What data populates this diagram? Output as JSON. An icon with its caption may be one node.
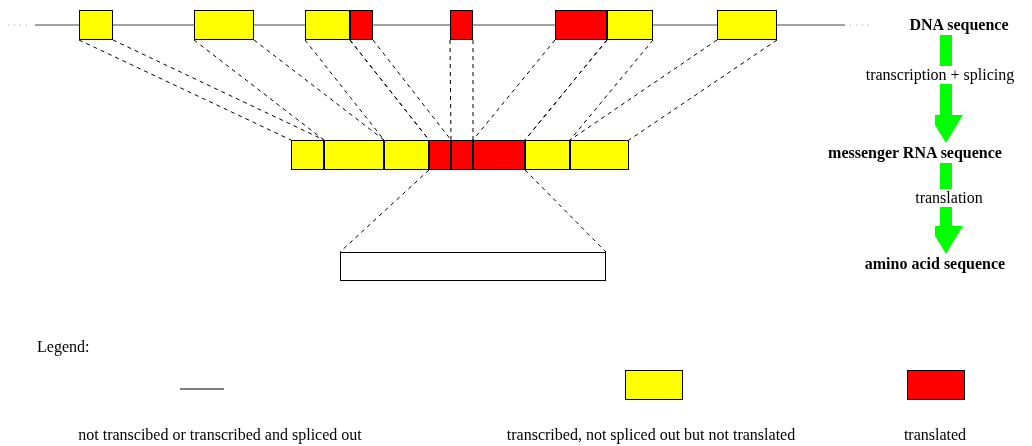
{
  "diagram": {
    "nodes": [
      {
        "text": [],
        "shape": "box"
      },
      {
        "text": [],
        "shape": "box"
      },
      {
        "text": [],
        "shape": "box"
      },
      {
        "text": [],
        "shape": "box"
      },
      {
        "text": [],
        "shape": "box"
      },
      {
        "text": [],
        "shape": "box"
      },
      {
        "text": [],
        "shape": "box"
      },
      {
        "text": [],
        "shape": "box"
      },
      {
        "text": [],
        "shape": "box"
      },
      {
        "text": [],
        "shape": "box"
      },
      {
        "text": [],
        "shape": "box"
      },
      {
        "text": [],
        "shape": "box"
      },
      {
        "text": [],
        "shape": "box"
      },
      {
        "text": [],
        "shape": "box"
      },
      {
        "text": [],
        "shape": "box"
      },
      {
        "text": [],
        "shape": "box"
      },
      {
        "text": [],
        "shape": "box"
      },
      {
        "text": [
          "DNA sequence"
        ]
      },
      {
        "text": [
          "messenger RNA sequence"
        ]
      },
      {
        "text": [
          "amino acid sequence"
        ]
      }
    ],
    "edges": [
      {
        "from": 0,
        "to": 8,
        "arrow": "none",
        "style": "dashed"
      },
      {
        "from": 0,
        "to": 8,
        "arrow": "none",
        "style": "dashed"
      },
      {
        "from": 1,
        "to": 9,
        "arrow": "none",
        "style": "dashed"
      },
      {
        "from": 1,
        "to": 9,
        "arrow": "none",
        "style": "dashed"
      },
      {
        "from": 2,
        "to": 10,
        "arrow": "none",
        "style": "dashed"
      },
      {
        "from": 2,
        "to": 10,
        "arrow": "none",
        "style": "dashed"
      },
      {
        "from": 3,
        "to": 11,
        "arrow": "none",
        "style": "dashed"
      },
      {
        "from": 3,
        "to": 11,
        "arrow": "none",
        "style": "dashed"
      },
      {
        "from": 4,
        "to": 12,
        "arrow": "none",
        "style": "dashed"
      },
      {
        "from": 4,
        "to": 12,
        "arrow": "none",
        "style": "dashed"
      },
      {
        "from": 5,
        "to": 13,
        "arrow": "none",
        "style": "dashed"
      },
      {
        "from": 5,
        "to": 13,
        "arrow": "none",
        "style": "dashed"
      },
      {
        "from": 6,
        "to": 14,
        "arrow": "none",
        "style": "dashed"
      },
      {
        "from": 6,
        "to": 14,
        "arrow": "none",
        "style": "dashed"
      },
      {
        "from": 7,
        "to": 15,
        "arrow": "none",
        "style": "dashed"
      },
      {
        "from": 7,
        "to": 15,
        "arrow": "none",
        "style": "dashed"
      },
      {
        "from": 11,
        "to": 16,
        "arrow": "none",
        "style": "dashed"
      },
      {
        "from": 13,
        "to": 16,
        "arrow": "none",
        "style": "dashed"
      },
      {
        "from": 17,
        "to": 18,
        "arrow": "to",
        "label": "transcription + splicing",
        "style": "thick",
        "color": "#00ff00"
      },
      {
        "from": 18,
        "to": 19,
        "arrow": "to",
        "label": "translation",
        "style": "thick",
        "color": "#00ff00"
      }
    ],
    "labels": [
      "Legend:"
    ],
    "legend": [
      {
        "text": "not transcibed or transcribed and spliced out"
      },
      {
        "text": "transcribed, not spliced out but not translated",
        "color": "#ffff00"
      },
      {
        "text": "translated",
        "color": "#ff0000"
      }
    ]
  }
}
